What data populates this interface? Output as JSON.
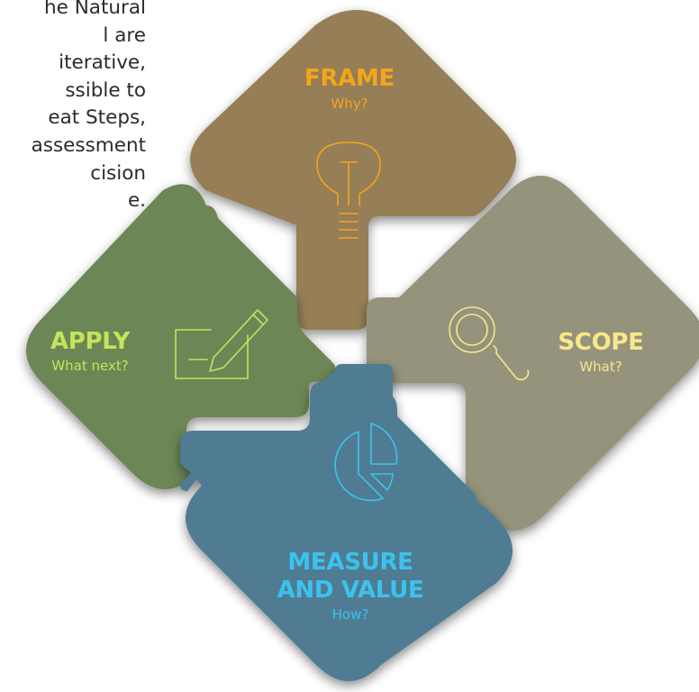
{
  "intro": {
    "lines": [
      "he Natural",
      "l are",
      "iterative,",
      "ssible to",
      "eat Steps,",
      "assessment",
      "cision",
      "e."
    ]
  },
  "cards": {
    "frame": {
      "title": "FRAME",
      "subtitle": "Why?",
      "color": "#967e57",
      "accent": "#f3a51c",
      "icon": "lightbulb-icon"
    },
    "scope": {
      "title": "SCOPE",
      "subtitle": "What?",
      "color": "#96937c",
      "accent": "#f7e88a",
      "icon": "magnifier-icon"
    },
    "apply": {
      "title": "APPLY",
      "subtitle": "What next?",
      "color": "#6d8654",
      "accent": "#c6e35b",
      "icon": "pencil-edit-icon"
    },
    "measure": {
      "title_line1": "MEASURE",
      "title_line2": "AND VALUE",
      "subtitle": "How?",
      "color": "#4f7b92",
      "accent": "#3cc2ee",
      "icon": "pie-chart-icon"
    }
  }
}
